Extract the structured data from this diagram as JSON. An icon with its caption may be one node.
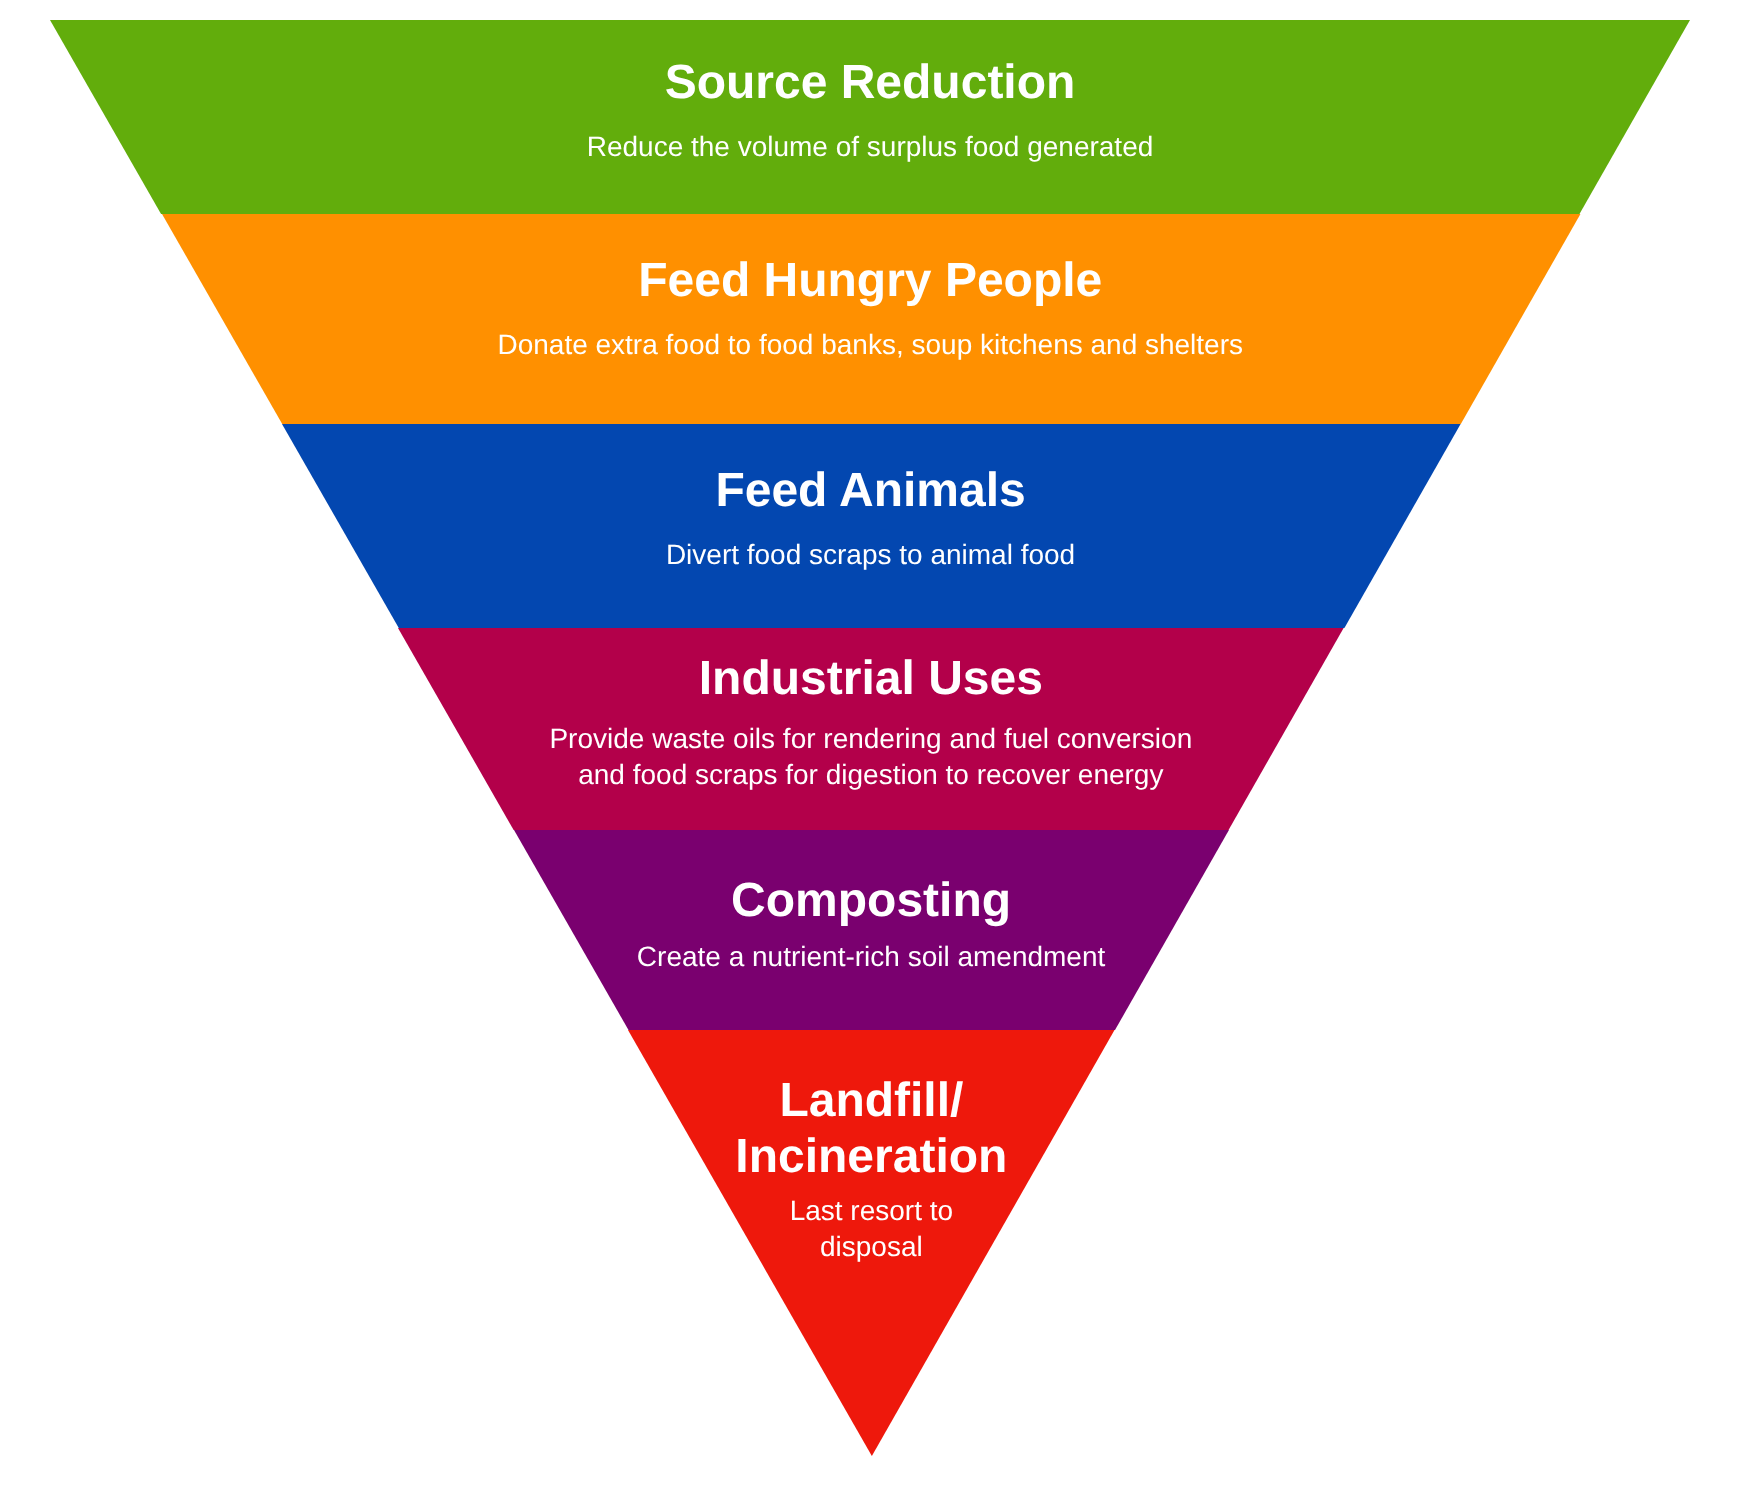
{
  "diagram": {
    "nodes": [
      {
        "text": [
          "Source Reduction",
          "Reduce the volume of surplus food generated"
        ]
      },
      {
        "text": [
          "Feed Hungry People",
          "Donate extra food to food banks, soup kitchens and shelters"
        ]
      },
      {
        "text": [
          "Feed Animals",
          "Divert food scraps to animal food"
        ]
      },
      {
        "text": [
          "Industrial Uses",
          "Provide waste oils for rendering and fuel conversion and food scraps for digestion to recover energy"
        ]
      },
      {
        "text": [
          "Composting",
          "Create a nutrient-rich soil amendment"
        ]
      },
      {
        "text": [
          "Landfill/ Incineration",
          "Last resort to disposal"
        ]
      }
    ]
  }
}
